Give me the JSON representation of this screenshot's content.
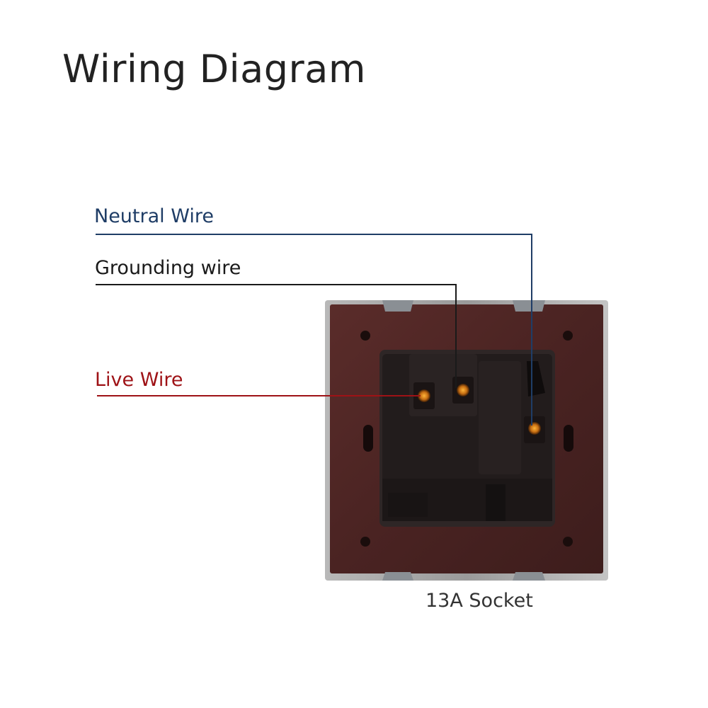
{
  "title": "Wiring Diagram",
  "wires": [
    {
      "id": "neutral",
      "label": "Neutral Wire",
      "color": "#1f3d66"
    },
    {
      "id": "ground",
      "label": "Grounding wire",
      "color": "#1a1a1a"
    },
    {
      "id": "live",
      "label": "Live Wire",
      "color": "#9e1216"
    }
  ],
  "socket": {
    "caption": "13A Socket"
  }
}
